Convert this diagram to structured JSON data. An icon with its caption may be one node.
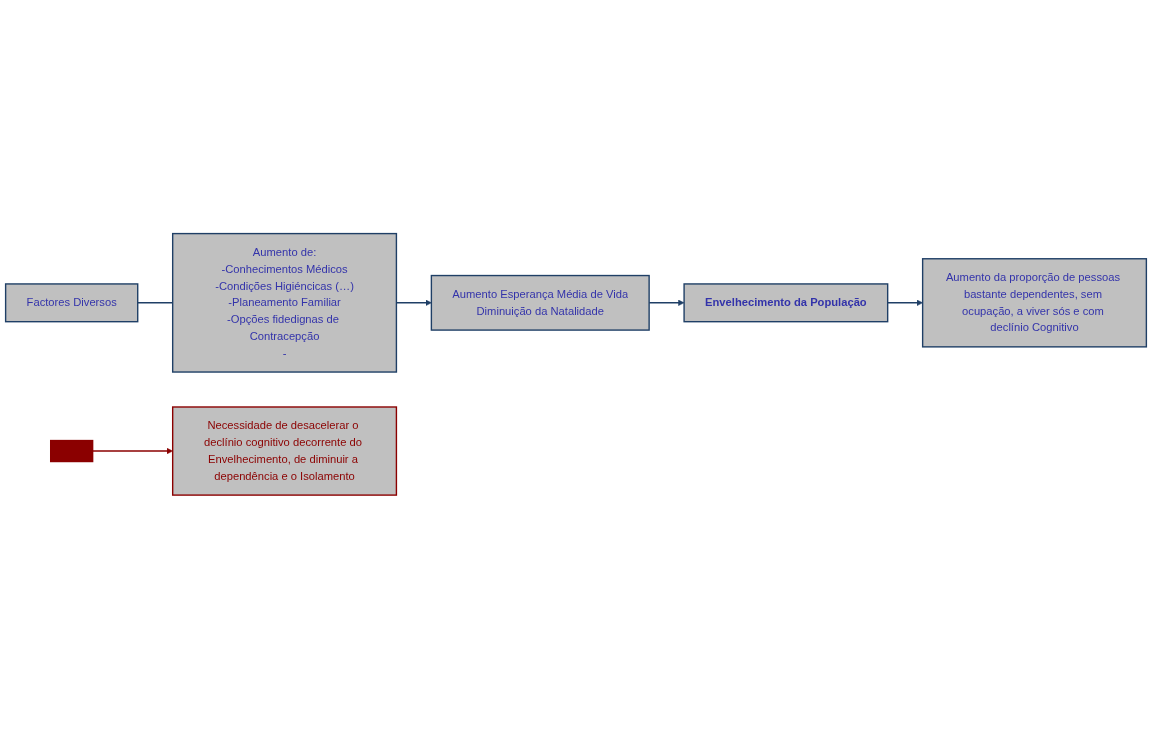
{
  "diagram": {
    "nodes": [
      {
        "text": [
          "Factores Diversos"
        ]
      },
      {
        "text": [
          "Aumento de:",
          "-Conhecimentos Médicos",
          "-Condições Higiéncicas (…)",
          "-Planeamento Familiar",
          "-Opções fidedignas de Contracepção",
          "-"
        ]
      },
      {
        "text": [
          "Aumento Esperança Média de Vida",
          "Diminuição da Natalidade"
        ]
      },
      {
        "text": [
          "Envelhecimento da População"
        ]
      },
      {
        "text": [
          "Aumento da proporção de pessoas bastante dependentes, sem ocupação, a viver sós e com declínio Cognitivo"
        ]
      },
      {
        "text": [],
        "shape": "bar"
      },
      {
        "text": [
          "Necessidade de desacelerar o declínio cognitivo decorrente do Envelhecimento, de diminuir a dependência e o Isolamento"
        ]
      }
    ],
    "edges": [
      {
        "from": 0,
        "to": 1,
        "arrow": "none"
      },
      {
        "from": 1,
        "to": 2,
        "arrow": "to"
      },
      {
        "from": 2,
        "to": 3,
        "arrow": "to"
      },
      {
        "from": 3,
        "to": 4,
        "arrow": "to"
      },
      {
        "from": 5,
        "to": 6,
        "arrow": "to",
        "color": "#8b0000"
      }
    ]
  }
}
